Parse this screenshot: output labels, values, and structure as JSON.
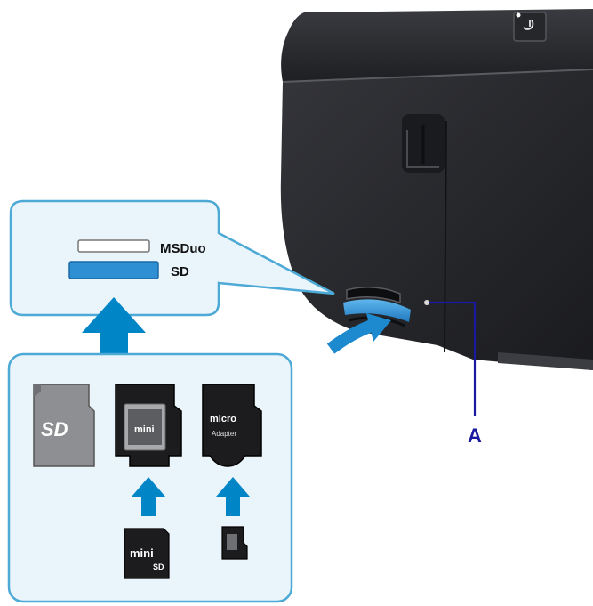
{
  "labels": {
    "slot_upper": "MSDuo",
    "slot_lower": "SD",
    "callout": "A"
  },
  "card_text": {
    "sd_logo": "SD",
    "minisd_label": "mini",
    "minisd_small": "SD",
    "adapter_micro": "micro",
    "adapter_word": "Adapter"
  },
  "colors": {
    "callout_border": "#4da9d6",
    "callout_fill": "#eaf5fb",
    "arrow_blue": "#0085c7",
    "slot_blue": "#2e8fd3",
    "label_line": "#1a1aa0",
    "printer_dark": "#2b2c30"
  }
}
